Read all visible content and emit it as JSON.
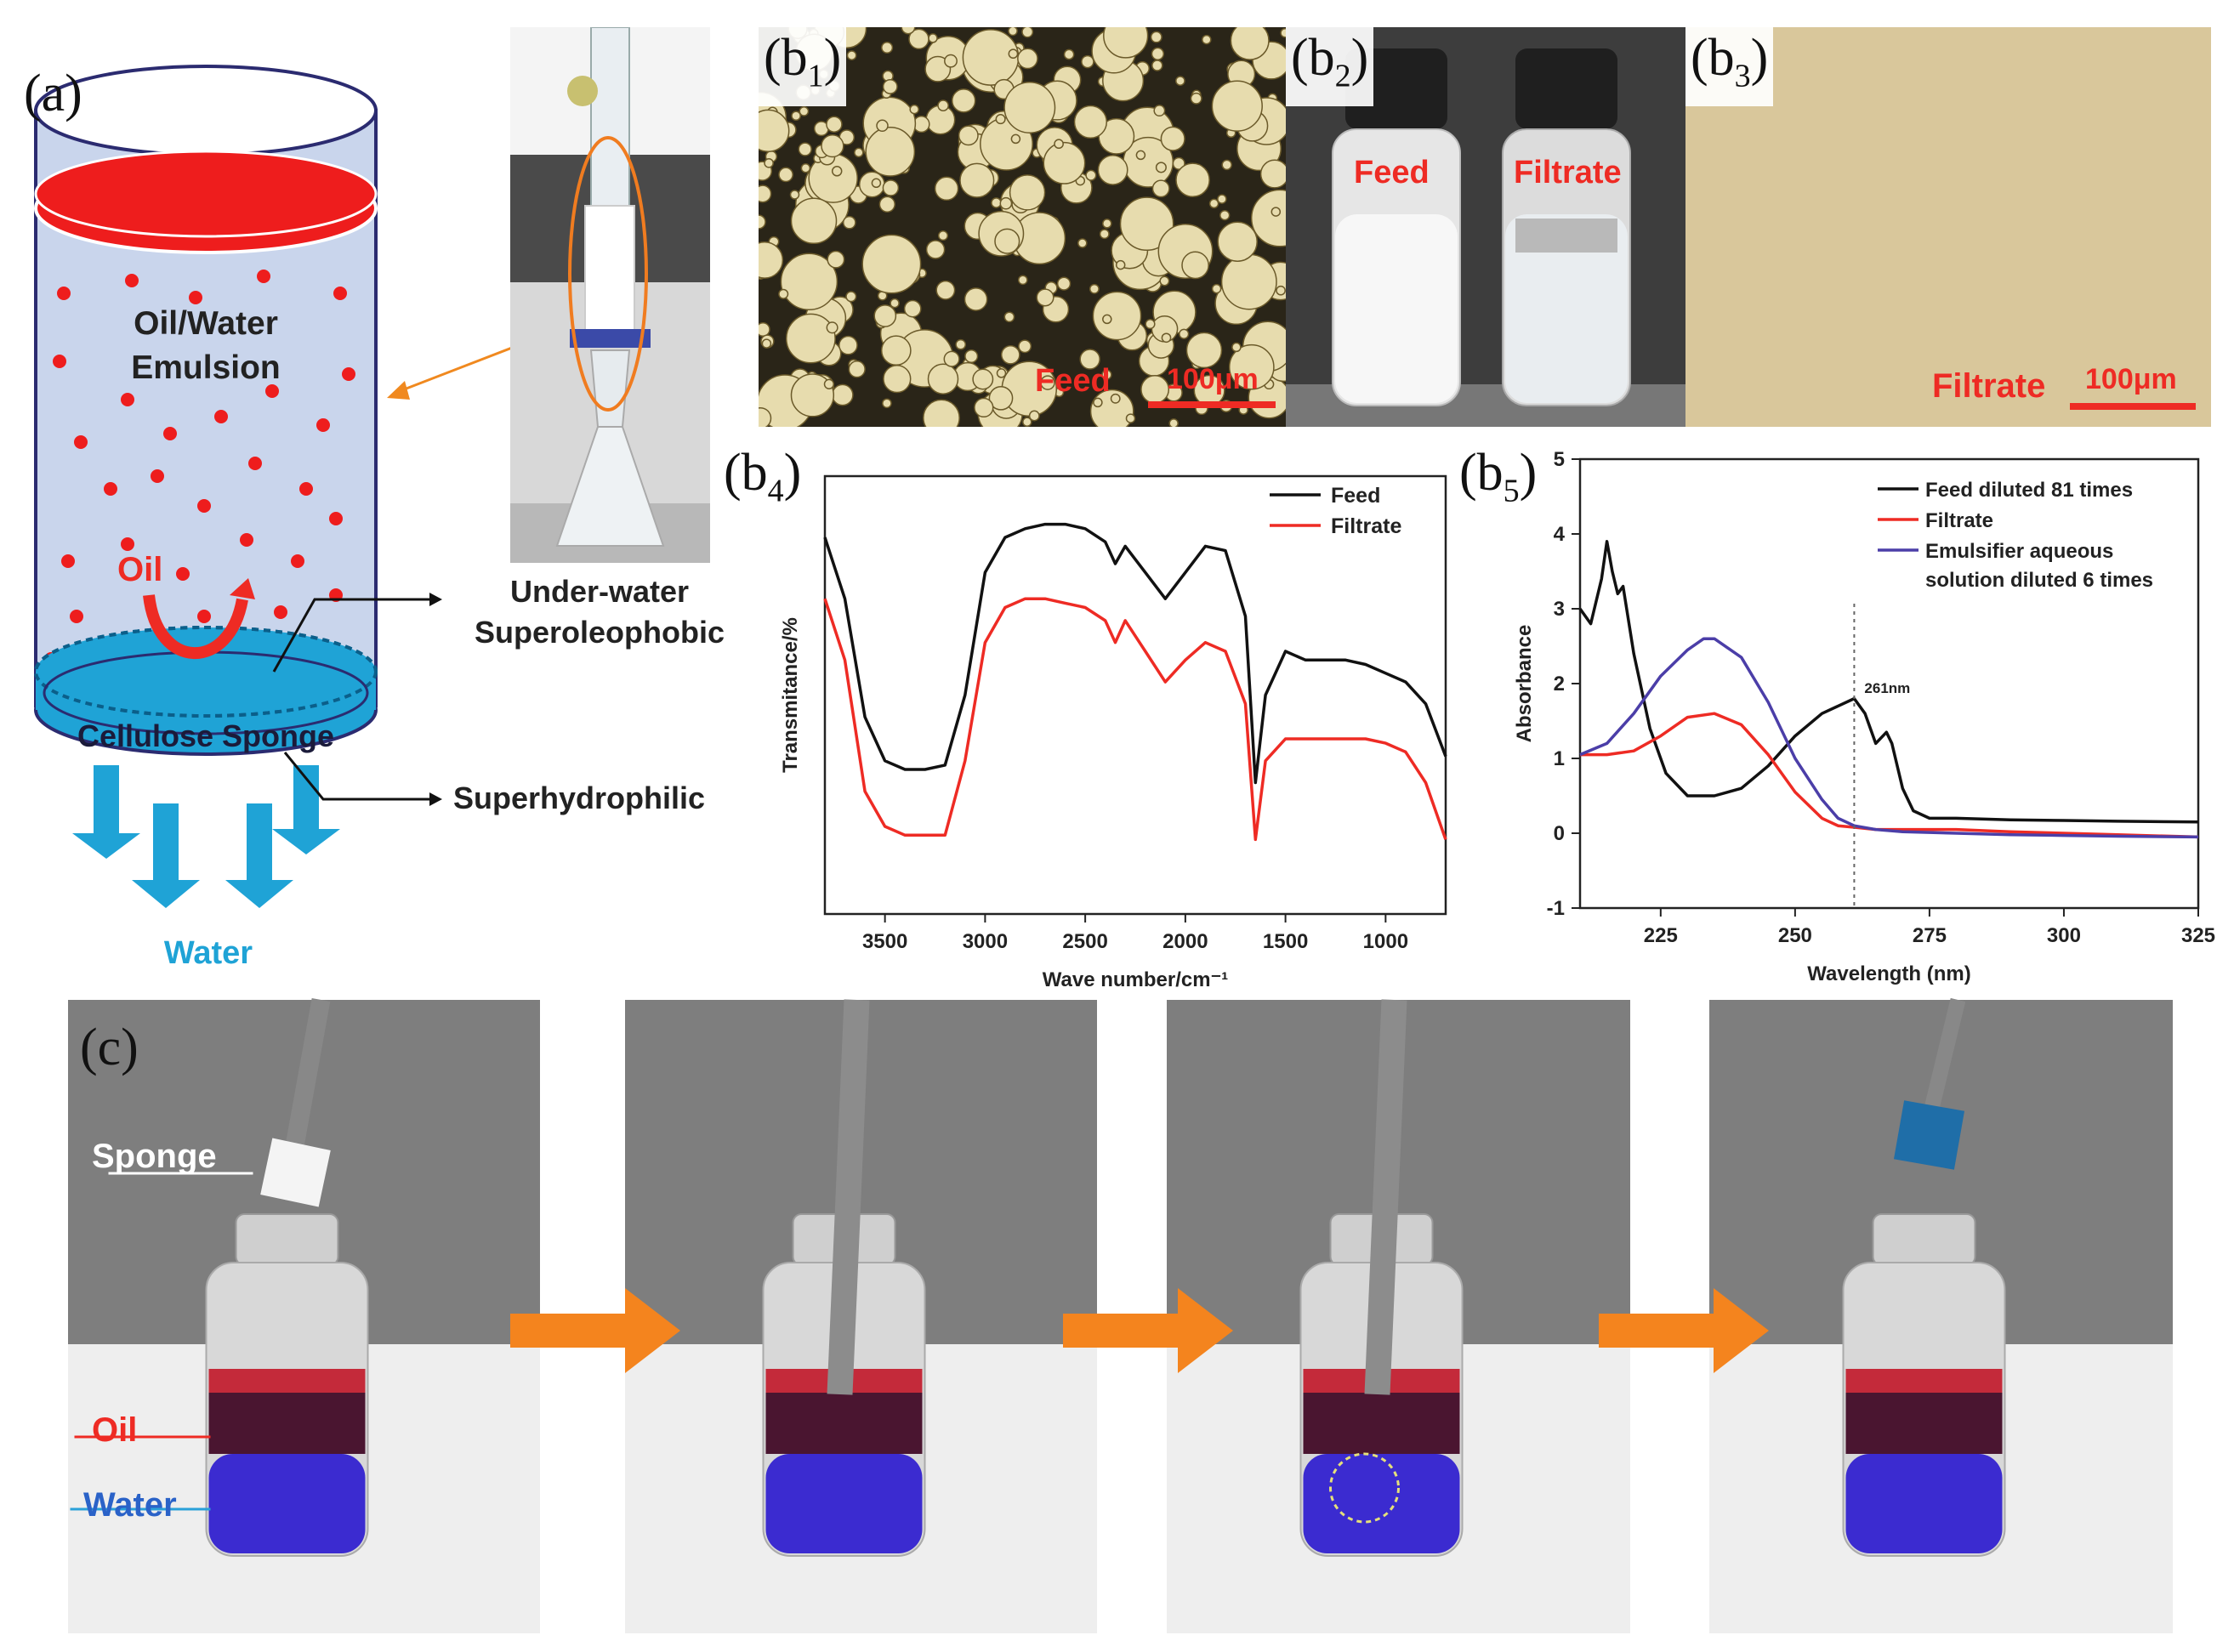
{
  "panel_a": {
    "label": "(a)",
    "oil_water_emulsion": [
      "Oil/Water",
      "Emulsion"
    ],
    "oil": "Oil",
    "cellulose_sponge": "Cellulose Sponge",
    "water": "Water",
    "under_water": [
      "Under-water",
      "Superoleophobic"
    ],
    "superhydrophilic": "Superhydrophilic"
  },
  "panel_b1": {
    "label_main": "(b",
    "label_sub": "1",
    "label_end": ")",
    "feed": "Feed",
    "scale": "100μm"
  },
  "panel_b2": {
    "label_main": "(b",
    "label_sub": "2",
    "label_end": ")",
    "feed": "Feed",
    "filtrate": "Filtrate"
  },
  "panel_b3": {
    "label_main": "(b",
    "label_sub": "3",
    "label_end": ")",
    "filtrate": "Filtrate",
    "scale": "100μm"
  },
  "panel_b4": {
    "label_main": "(b",
    "label_sub": "4",
    "label_end": ")"
  },
  "panel_b5": {
    "label_main": "(b",
    "label_sub": "5",
    "label_end": ")",
    "marker": "261nm"
  },
  "panel_c": {
    "label": "(c)",
    "sponge": "Sponge",
    "oil": "Oil",
    "water": "Water"
  },
  "chart_data": [
    {
      "type": "line",
      "xlabel": "Wave number/cm⁻¹",
      "ylabel": "Transmitance/%",
      "x_ticks": [
        3500,
        3000,
        2500,
        2000,
        1500,
        1000
      ],
      "xlim": [
        3800,
        700
      ],
      "ylim": [
        0,
        100
      ],
      "legend_position": "top-right",
      "series": [
        {
          "name": "Feed",
          "color": "#111111",
          "x": [
            3800,
            3700,
            3600,
            3500,
            3400,
            3300,
            3200,
            3100,
            3000,
            2900,
            2800,
            2700,
            2600,
            2500,
            2400,
            2350,
            2300,
            2200,
            2100,
            2000,
            1900,
            1800,
            1700,
            1650,
            1600,
            1500,
            1400,
            1300,
            1200,
            1100,
            1000,
            900,
            800,
            700
          ],
          "values": [
            86,
            72,
            45,
            35,
            33,
            33,
            34,
            50,
            78,
            86,
            88,
            89,
            89,
            88,
            85,
            80,
            84,
            78,
            72,
            78,
            84,
            83,
            68,
            30,
            50,
            60,
            58,
            58,
            58,
            57,
            55,
            53,
            48,
            36
          ]
        },
        {
          "name": "Filtrate",
          "color": "#ee2b24",
          "x": [
            3800,
            3700,
            3600,
            3500,
            3400,
            3300,
            3200,
            3100,
            3000,
            2900,
            2800,
            2700,
            2600,
            2500,
            2400,
            2350,
            2300,
            2200,
            2100,
            2000,
            1900,
            1800,
            1700,
            1650,
            1600,
            1500,
            1400,
            1300,
            1200,
            1100,
            1000,
            900,
            800,
            700
          ],
          "values": [
            72,
            58,
            28,
            20,
            18,
            18,
            18,
            35,
            62,
            70,
            72,
            72,
            71,
            70,
            67,
            62,
            67,
            60,
            53,
            58,
            62,
            60,
            48,
            17,
            35,
            40,
            40,
            40,
            40,
            40,
            39,
            37,
            30,
            17
          ]
        }
      ]
    },
    {
      "type": "line",
      "xlabel": "Wavelength (nm)",
      "ylabel": "Absorbance",
      "x_ticks": [
        225,
        250,
        275,
        300,
        325
      ],
      "y_ticks": [
        -1,
        0,
        1,
        2,
        3,
        4,
        5
      ],
      "xlim": [
        210,
        325
      ],
      "ylim": [
        -1,
        5
      ],
      "legend_position": "top-right",
      "series": [
        {
          "name": "Feed diluted 81 times",
          "color": "#111111",
          "x": [
            210,
            212,
            214,
            215,
            216,
            217,
            218,
            220,
            223,
            226,
            230,
            235,
            240,
            245,
            250,
            255,
            258,
            261,
            263,
            265,
            267,
            268,
            270,
            272,
            275,
            280,
            290,
            300,
            310,
            325
          ],
          "values": [
            3.0,
            2.8,
            3.4,
            3.9,
            3.5,
            3.2,
            3.3,
            2.4,
            1.4,
            0.8,
            0.5,
            0.5,
            0.6,
            0.9,
            1.3,
            1.6,
            1.7,
            1.8,
            1.6,
            1.2,
            1.35,
            1.2,
            0.6,
            0.3,
            0.2,
            0.2,
            0.18,
            0.17,
            0.16,
            0.15
          ]
        },
        {
          "name": "Filtrate",
          "color": "#ee2b24",
          "x": [
            210,
            215,
            220,
            225,
            230,
            235,
            240,
            245,
            250,
            255,
            258,
            261,
            265,
            270,
            280,
            290,
            300,
            310,
            325
          ],
          "values": [
            1.05,
            1.05,
            1.1,
            1.3,
            1.55,
            1.6,
            1.45,
            1.05,
            0.55,
            0.2,
            0.1,
            0.08,
            0.05,
            0.05,
            0.05,
            0.02,
            0.0,
            -0.02,
            -0.05
          ]
        },
        {
          "name": "Emulsifier aqueous solution diluted 6 times",
          "color": "#4b3ea8",
          "x": [
            210,
            215,
            220,
            225,
            230,
            233,
            235,
            240,
            245,
            250,
            255,
            258,
            261,
            265,
            270,
            280,
            290,
            300,
            310,
            325
          ],
          "values": [
            1.05,
            1.2,
            1.6,
            2.1,
            2.45,
            2.6,
            2.6,
            2.35,
            1.75,
            1.0,
            0.45,
            0.2,
            0.1,
            0.05,
            0.02,
            0.0,
            -0.02,
            -0.03,
            -0.04,
            -0.05
          ]
        }
      ]
    }
  ]
}
